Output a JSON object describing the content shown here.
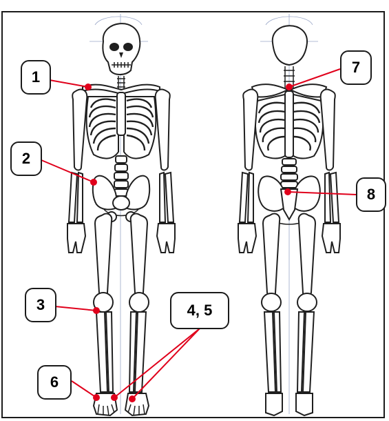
{
  "labels": [
    {
      "id": "1",
      "text": "1"
    },
    {
      "id": "2",
      "text": "2"
    },
    {
      "id": "3",
      "text": "3"
    },
    {
      "id": "45",
      "text": "4, 5"
    },
    {
      "id": "6",
      "text": "6"
    },
    {
      "id": "7",
      "text": "7"
    },
    {
      "id": "8",
      "text": "8"
    }
  ],
  "colors": {
    "leader": "#e0001b",
    "outline": "#1f1f1f",
    "background": "#ffffff"
  },
  "figures": [
    "skeleton-front-view",
    "skeleton-back-view"
  ]
}
